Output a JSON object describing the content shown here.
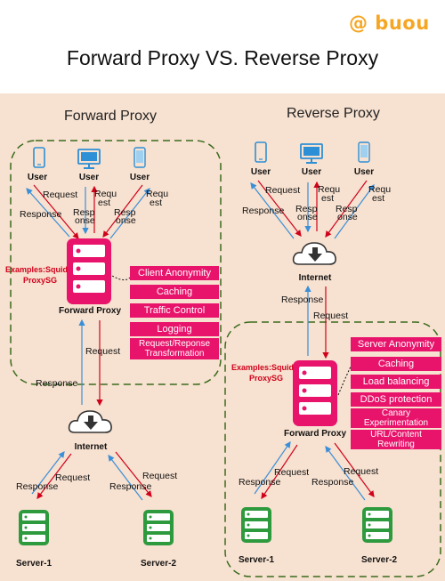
{
  "brand": "@ buou",
  "title": "Forward Proxy VS. Reverse Proxy",
  "forward": {
    "title": "Forward Proxy",
    "users": [
      "User",
      "User",
      "User"
    ],
    "request": "Request",
    "response": "Response",
    "requ_est_1": "Requ",
    "requ_est_2": "est",
    "resp_onse_1": "Resp",
    "resp_onse_2": "onse",
    "examples_1": "Examples:Squid",
    "examples_2": "ProxySG",
    "proxy_label": "Forward Proxy",
    "features": [
      "Client Anonymity",
      "Caching",
      "Traffic Control",
      "Logging",
      "Request/Reponse Transformation"
    ],
    "internet": "Internet",
    "servers": [
      "Server-1",
      "Server-2"
    ]
  },
  "reverse": {
    "title": "Reverse Proxy",
    "users": [
      "User",
      "User",
      "User"
    ],
    "request": "Request",
    "response": "Response",
    "requ_est_1": "Requ",
    "requ_est_2": "est",
    "resp_onse_1": "Resp",
    "resp_onse_2": "onse",
    "examples_1": "Examples:Squid",
    "examples_2": "ProxySG",
    "proxy_label": "Forward Proxy",
    "features": [
      "Server Anonymity",
      "Caching",
      "Load balancing",
      "DDoS protection",
      "Canary Experimentation",
      "URL/Content Rewriting"
    ],
    "internet": "Internet",
    "servers": [
      "Server-1",
      "Server-2"
    ]
  },
  "colors": {
    "accent": "#e8136b",
    "arrow_blue": "#3a8fd8",
    "arrow_red": "#d0021b",
    "server_green": "#2e9a3e",
    "dash_green": "#3b6b1e",
    "panel": "#f7e1d0",
    "brand": "#f5a623"
  },
  "icons": [
    "phone-icon",
    "monitor-icon",
    "tablet-icon",
    "cloud-download-icon",
    "server-icon",
    "proxy-server-icon"
  ]
}
